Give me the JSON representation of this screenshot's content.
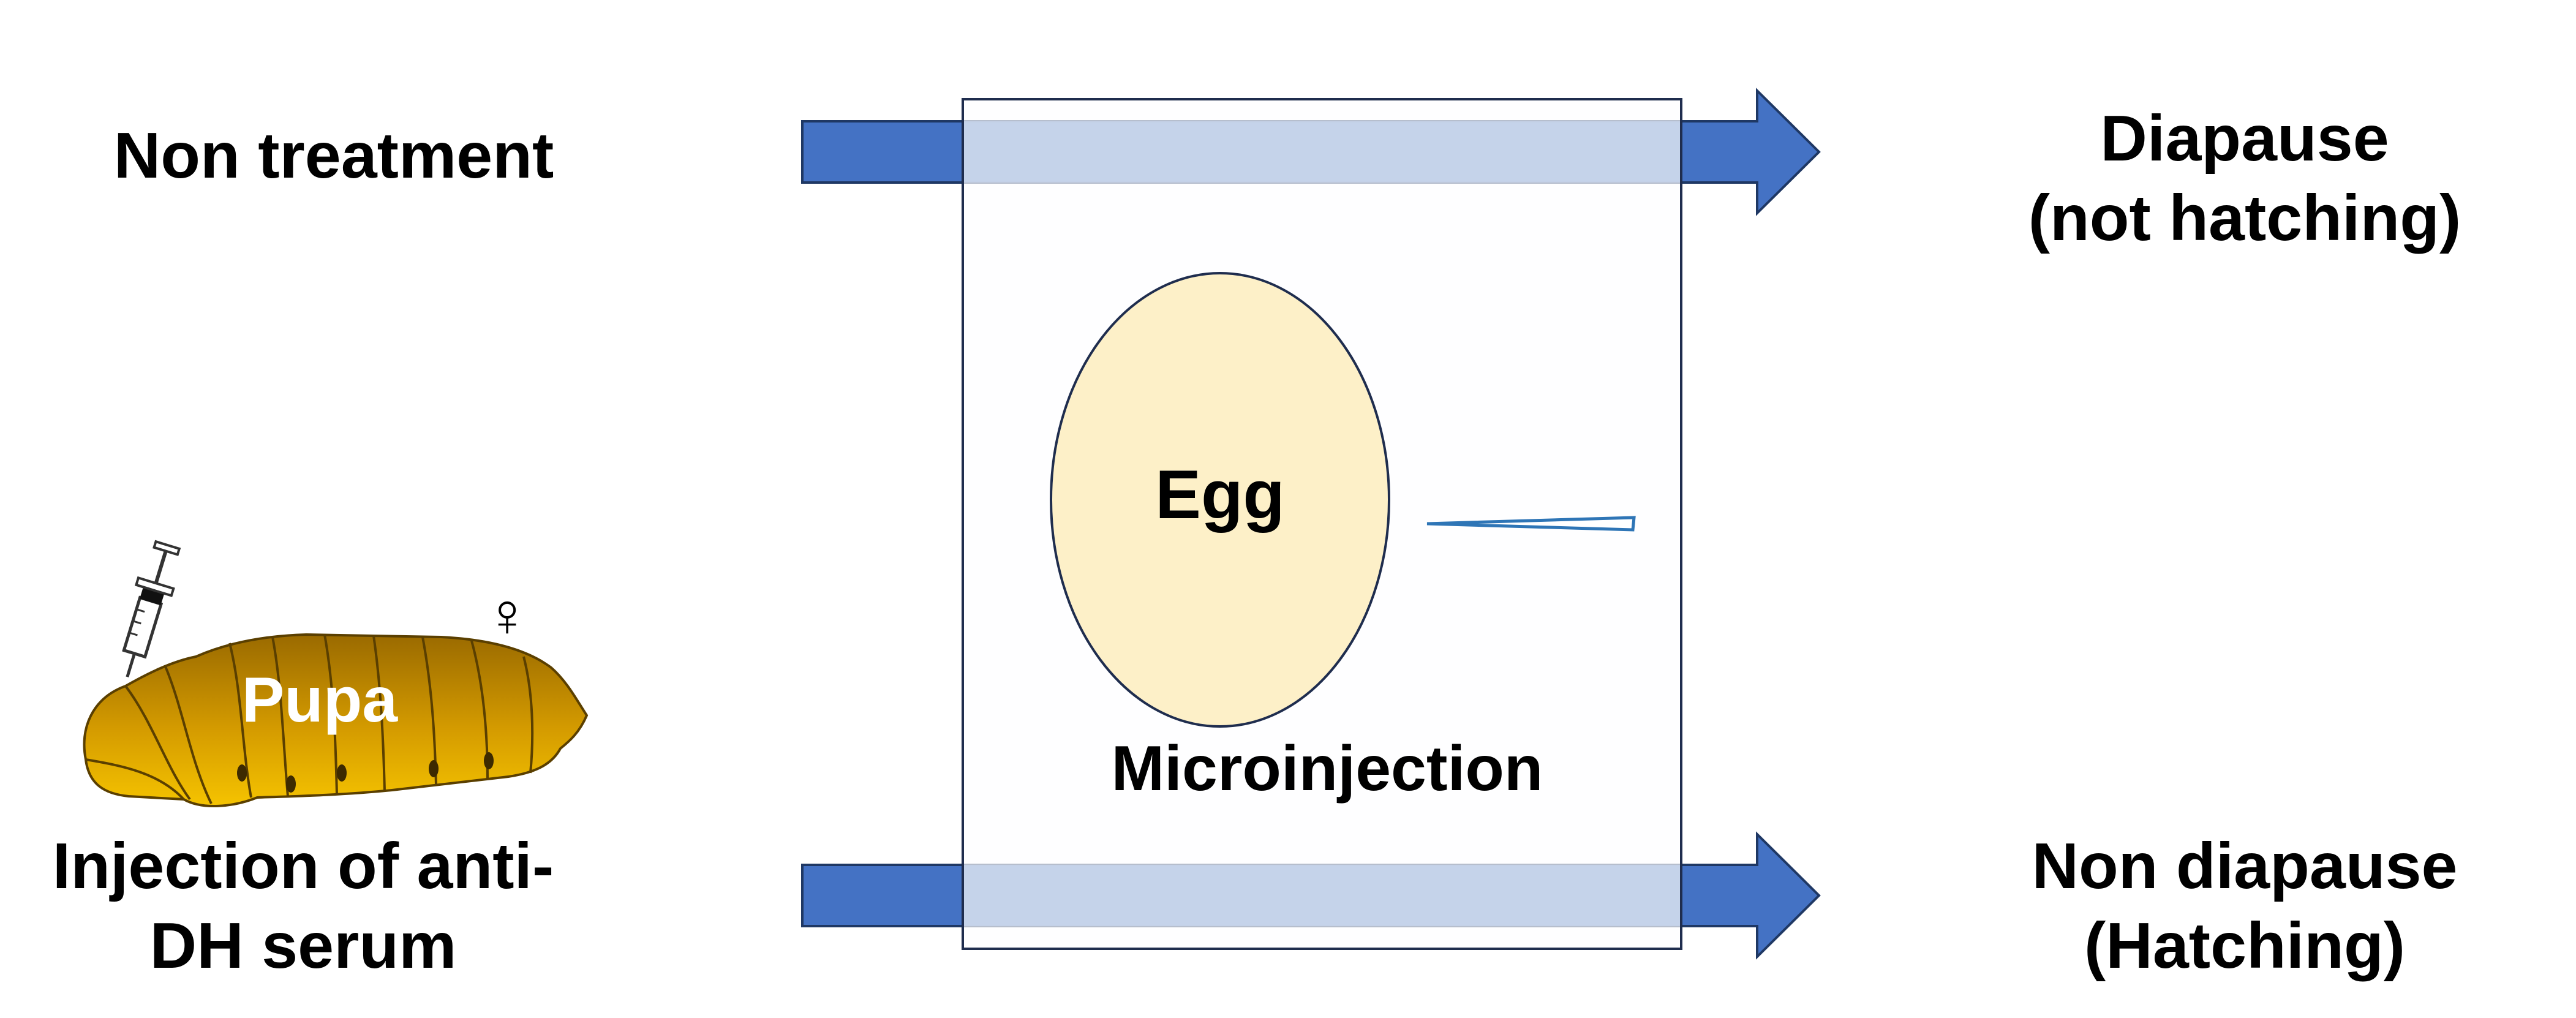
{
  "labels": {
    "non_treatment": "Non treatment",
    "injection_line1": "Injection of anti-",
    "injection_line2": "DH serum",
    "pupa": "Pupa",
    "female_symbol": "♀",
    "egg": "Egg",
    "microinjection": "Microinjection",
    "diapause_line1": "Diapause",
    "diapause_line2": "(not hatching)",
    "non_diapause_line1": "Non diapause",
    "non_diapause_line2": "(Hatching)"
  },
  "icons": {
    "syringe": "syringe-icon",
    "pupa": "pupa-illustration",
    "female": "female-symbol-icon",
    "needle": "microinjection-needle-icon",
    "arrow": "right-arrow-icon"
  },
  "colors": {
    "arrow_fill": "#4472c4",
    "arrow_stroke": "#1f3864",
    "box_fill": "#fdfdff",
    "box_band": "#c5d3ea",
    "egg_fill": "#fdf0c8",
    "egg_stroke": "#1f2d4e",
    "pupa_top": "#9a6a00",
    "pupa_bottom": "#f5c300",
    "needle_stroke": "#2e75b6"
  }
}
